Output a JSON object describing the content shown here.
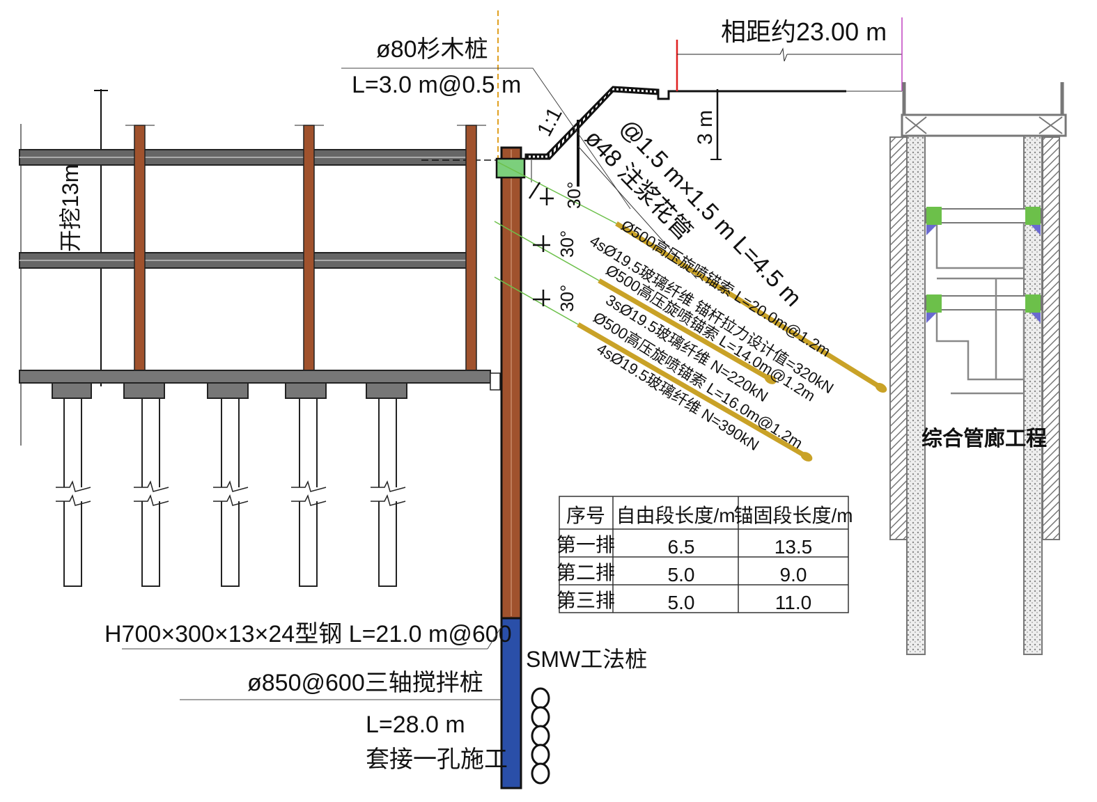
{
  "labels": {
    "spacing": "相距约23.00 m",
    "fir_pile": "ø80杉木桩",
    "fir_pile_len": "L=3.0 m@0.5 m",
    "slope_ratio": "1:1",
    "grout_pipe": "ø48 注浆花管",
    "grout_spacing": "@1.5 m×1.5 m L=4.5 m",
    "depth_3m": "3 m",
    "excavation": "开挖13m",
    "angle_1": "30°",
    "angle_2": "30°",
    "angle_3": "30°",
    "anchor1_a": "Ø500高压旋喷锚索 L=20.0m@1.2m",
    "anchor1_b": "4sØ19.5玻璃纤维 锚杆拉力设计值=320kN",
    "anchor2_a": "Ø500高压旋喷锚索 L=14.0m@1.2m",
    "anchor2_b": "3sØ19.5玻璃纤维 N=220kN",
    "anchor3_a": "Ø500高压旋喷锚索 L=16.0m@1.2m",
    "anchor3_b": "4sØ19.5玻璃纤维 N=390kN",
    "steel": "H700×300×13×24型钢 L=21.0 m@600",
    "smw": "SMW工法桩",
    "mix_pile": "ø850@600三轴搅拌桩",
    "mix_len": "L=28.0 m",
    "mix_note": "套接一孔施工",
    "utility_tunnel": "综合管廊工程"
  },
  "table": {
    "headers": [
      "序号",
      "自由段长度/m",
      "锚固段长度/m"
    ],
    "rows": [
      [
        "第一排",
        "6.5",
        "13.5"
      ],
      [
        "第二排",
        "5.0",
        "9.0"
      ],
      [
        "第三排",
        "5.0",
        "11.0"
      ]
    ]
  },
  "colors": {
    "column": "#a0522d",
    "steel_pile": "#a0522d",
    "mixing_pile": "#2a4fa8",
    "anchor_bond": "#c9a227",
    "anchor_free": "#6cc04a",
    "beam": "#5a5a5a",
    "red_mark": "#e02020"
  }
}
